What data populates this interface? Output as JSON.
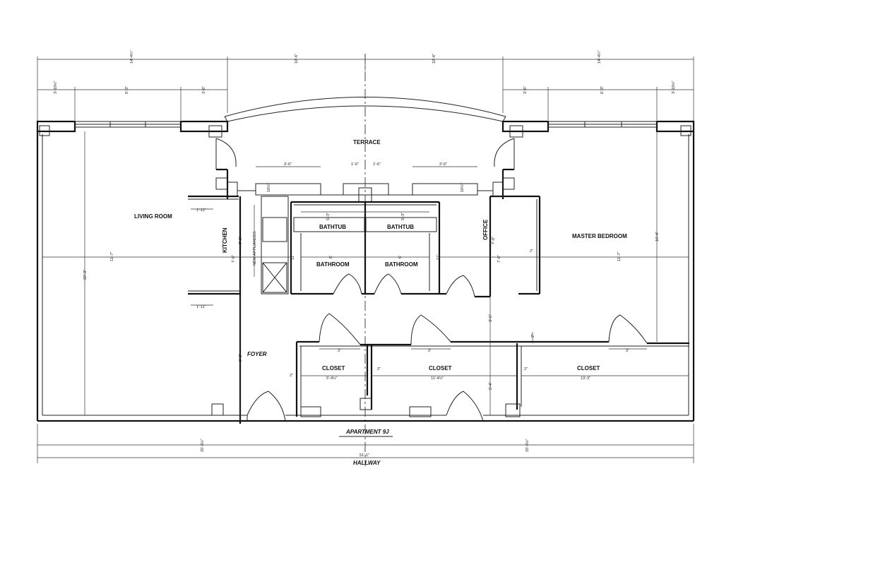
{
  "rooms": {
    "terrace": "TERRACE",
    "living_room": "LIVING ROOM",
    "kitchen": "KITCHEN",
    "new_appliances": "NEW APPLIANCES",
    "bathtub_1": "BATHTUB",
    "bathtub_2": "BATHTUB",
    "bathroom_1": "BATHROOM",
    "bathroom_2": "BATHROOM",
    "office": "OFFICE",
    "master_bedroom": "MASTER BEDROOM",
    "foyer": "FOYER",
    "closet_1": "CLOSET",
    "closet_2": "CLOSET",
    "closet_3": "CLOSET",
    "apartment": "APARTMENT 9J",
    "hallway": "HALLWAY"
  },
  "dimensions": {
    "top_left_width": "14'-4¾\"",
    "top_mid_left": "10'-6\"",
    "top_mid_right": "10'-6\"",
    "top_right_width": "14'-4¾\"",
    "win_left_a": "3'-10½\"",
    "win_left_b": "6'-3\"",
    "win_left_c": "3'-6\"",
    "win_right_a": "3'-6\"",
    "win_right_b": "6'-3\"",
    "win_right_c": "3'-10½\"",
    "living_depth": "22'-3\"",
    "living_width": "11'-7\"",
    "kitchen_counter_top": "1'-11\"",
    "kitchen_counter_bottom": "1'-11\"",
    "kitchen_depth": "7'-8\"",
    "kitchen_width": "7'-8\"",
    "bath_depth_left": "11\"",
    "bath_depth_right": "11\"",
    "bath_width_left": "6'",
    "bath_width_right": "6'",
    "tub_left": "5'-3\"",
    "tub_right": "5'-3\"",
    "office_depth": "7'-8\"",
    "office_width": "7'-8\"",
    "bedroom_width": "11'-7\"",
    "bedroom_depth": "16'-4\"",
    "wall_2a": "2\"",
    "wall_2b": "2\"",
    "wall_2c": "2\"",
    "wall_2d": "2\"",
    "wall_2e": "2\"",
    "foyer_depth": "9'-3\"",
    "center_upper": "3'-5\"",
    "center_lower": "5'-4\"",
    "closet_door_1": "3'",
    "closet_door_2": "3'",
    "closet_door_3": "3'",
    "closet_1_width": "5'-4½\"",
    "closet_2_width": "11'-4½\"",
    "closet_3_width": "13'-3\"",
    "overall_left": "25'-6½\"",
    "overall_right": "25'-6½\"",
    "overall_total": "51'-1\"",
    "terrace_a": "3'-6\"",
    "terrace_b": "1'-6\"",
    "terrace_c": "1'-6\"",
    "terrace_d": "3'-6\"",
    "small_a": "10½\"",
    "small_b": "10½\""
  }
}
